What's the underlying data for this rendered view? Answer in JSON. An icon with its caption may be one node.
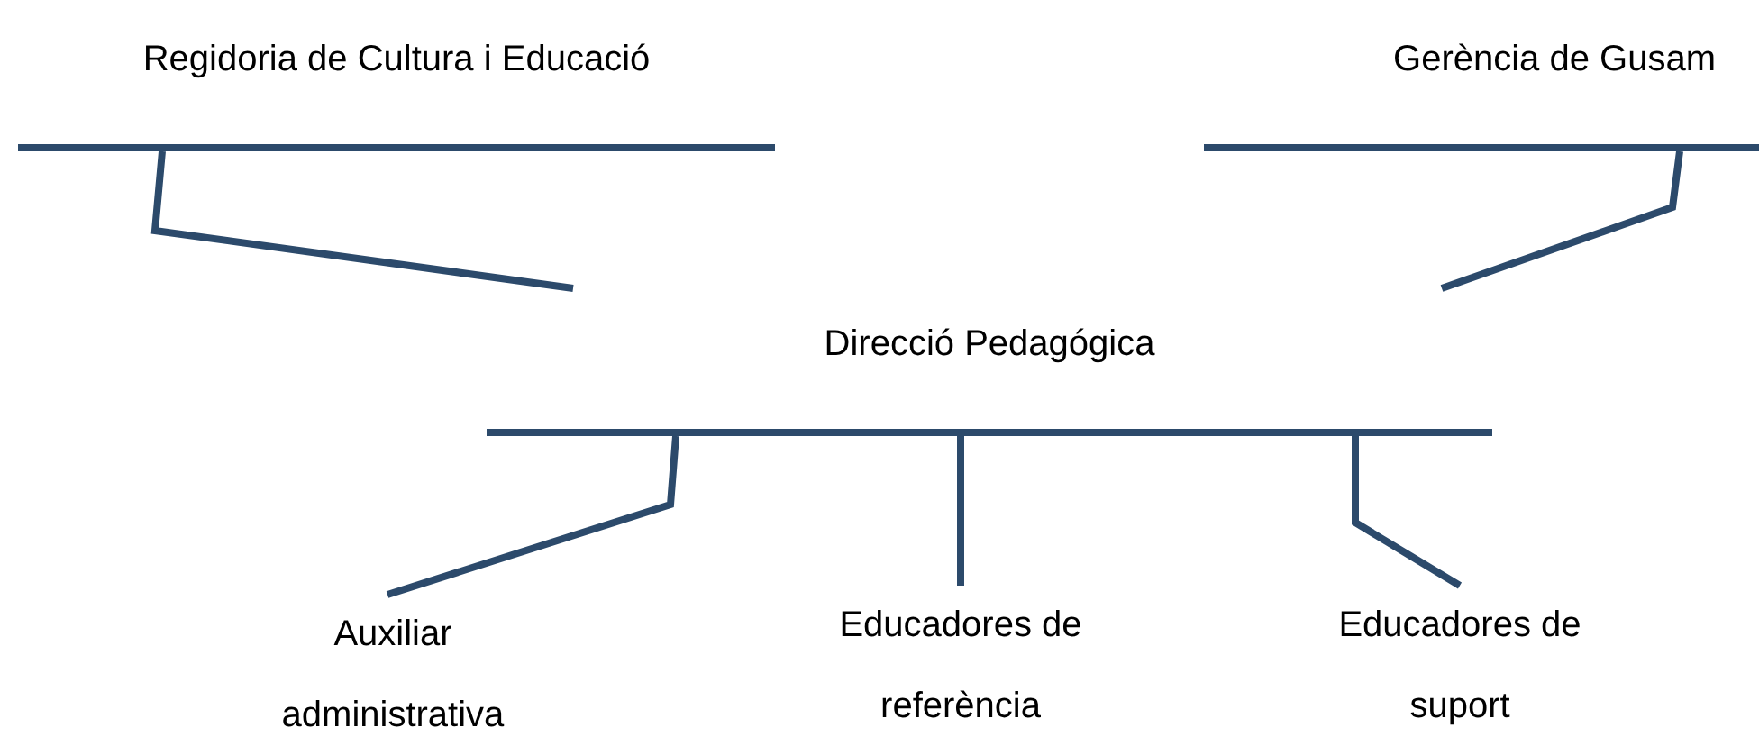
{
  "diagram": {
    "nodes": [
      {
        "text": [
          "Regidoria de Cultura i Educació"
        ]
      },
      {
        "text": [
          "Gerència de Gusam"
        ]
      },
      {
        "text": [
          "Direcció Pedagógica"
        ]
      },
      {
        "text": [
          "Auxiliar administrativa"
        ]
      },
      {
        "text": [
          "Educadores de referència"
        ]
      },
      {
        "text": [
          "Educadores de suport"
        ]
      }
    ],
    "edges": [
      {
        "from": 0,
        "to": 2,
        "arrow": "none"
      },
      {
        "from": 1,
        "to": 2,
        "arrow": "none"
      },
      {
        "from": 2,
        "to": 3,
        "arrow": "none"
      },
      {
        "from": 2,
        "to": 4,
        "arrow": "none"
      },
      {
        "from": 2,
        "to": 5,
        "arrow": "none"
      }
    ]
  }
}
